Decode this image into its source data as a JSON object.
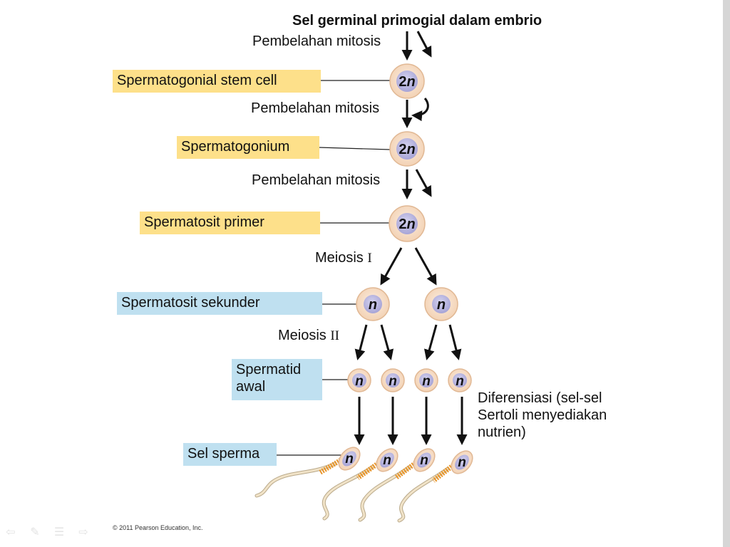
{
  "title": "Sel germinal primogial dalam embrio",
  "division_labels": {
    "mitosis_1": "Pembelahan mitosis",
    "mitosis_2": "Pembelahan mitosis",
    "mitosis_3": "Pembelahan mitosis",
    "meiosis_1_word": "Meiosis",
    "meiosis_1_numeral": "I",
    "meiosis_2_word": "Meiosis",
    "meiosis_2_numeral": "II"
  },
  "stages": [
    {
      "label": "Spermatogonial stem cell",
      "color": "#fde08a"
    },
    {
      "label": "Spermatogonium",
      "color": "#fde08a"
    },
    {
      "label": "Spermatosit primer",
      "color": "#fde08a"
    },
    {
      "label": "Spermatosit sekunder",
      "color": "#bfe0f0"
    },
    {
      "label_line1": "Spermatid",
      "label_line2": "awal",
      "color": "#bfe0f0"
    },
    {
      "label": "Sel sperma",
      "color": "#bfe0f0"
    }
  ],
  "cells": {
    "diploid_label": "2n",
    "diploid_number": "2",
    "haploid_label": "n"
  },
  "differentiation_note": [
    "Diferensiasi (sel-sel",
    "Sertoli menyediakan",
    "nutrien)"
  ],
  "copyright": "© 2011 Pearson Education, Inc.",
  "colors": {
    "cell_outer": "#f6dcc4",
    "cell_border": "#e1b894",
    "nucleus": "#b9b7df",
    "tail": "#f1e3c8",
    "midpiece": "#e8952a"
  },
  "nav_icons": [
    "back-arrow-icon",
    "pen-icon",
    "menu-icon",
    "forward-arrow-icon"
  ]
}
